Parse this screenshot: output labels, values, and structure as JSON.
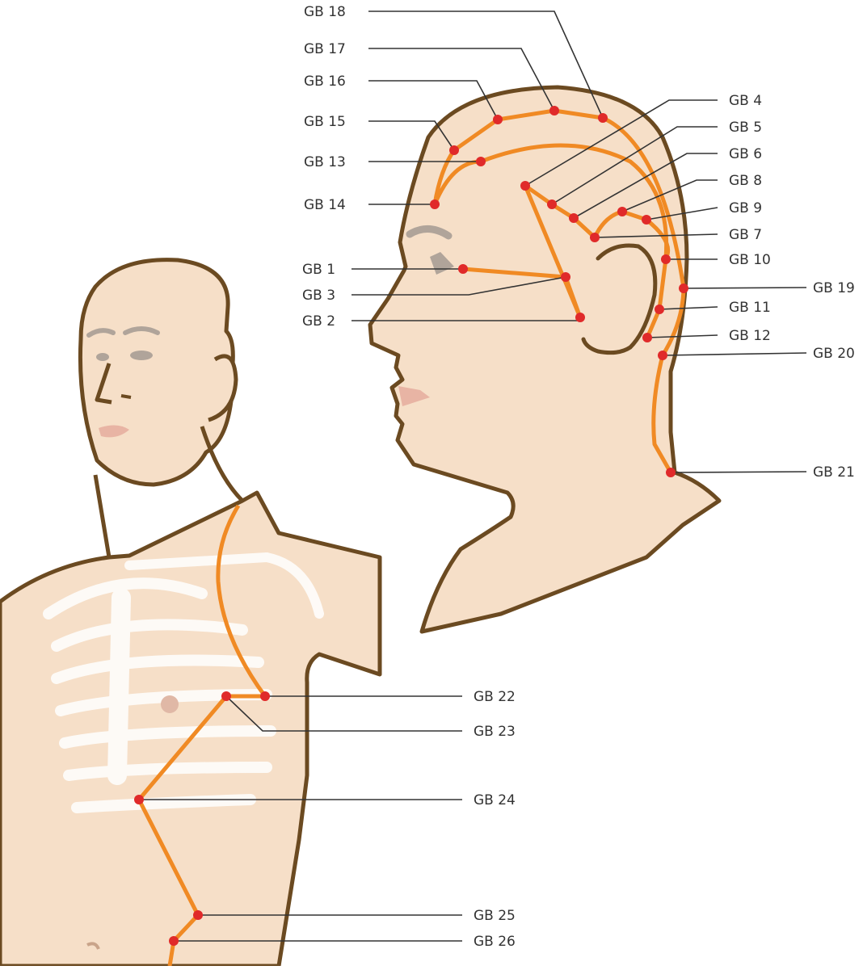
{
  "colors": {
    "skin": "#f6dfc8",
    "outline": "#6b4a21",
    "meridian": "#f08a24",
    "point": "#e02a2a",
    "leader": "#333333",
    "bone": "#ffffff",
    "feature": "#b0a49a",
    "lips": "#e8b4a4"
  },
  "labels": {
    "GB1": "GB 1",
    "GB2": "GB 2",
    "GB3": "GB 3",
    "GB4": "GB 4",
    "GB5": "GB 5",
    "GB6": "GB 6",
    "GB7": "GB 7",
    "GB8": "GB 8",
    "GB9": "GB 9",
    "GB10": "GB 10",
    "GB11": "GB 11",
    "GB12": "GB 12",
    "GB13": "GB 13",
    "GB14": "GB 14",
    "GB15": "GB 15",
    "GB16": "GB 16",
    "GB17": "GB 17",
    "GB18": "GB 18",
    "GB19": "GB 19",
    "GB20": "GB 20",
    "GB21": "GB 21",
    "GB22": "GB 22",
    "GB23": "GB 23",
    "GB24": "GB 24",
    "GB25": "GB 25",
    "GB26": "GB 26"
  }
}
